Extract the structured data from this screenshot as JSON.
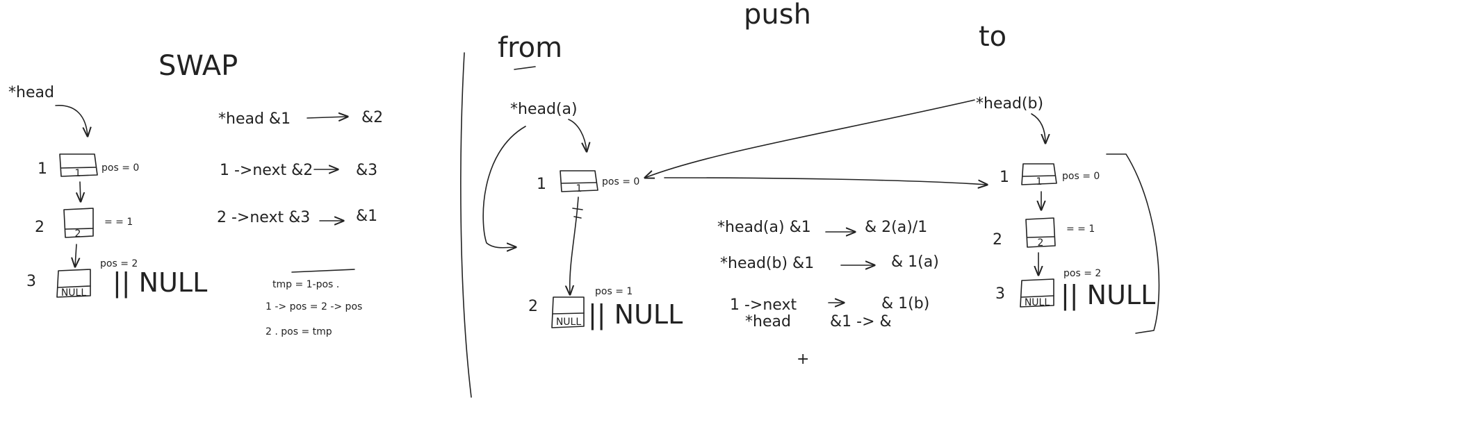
{
  "titles": {
    "swap": "SWAP",
    "push": "push",
    "from": "from",
    "to": "to"
  },
  "swap": {
    "head": "*head",
    "nodes": [
      {
        "num": "1",
        "inner": "1",
        "pos": "pos = 0"
      },
      {
        "num": "2",
        "inner": "2",
        "pos": "= = 1"
      },
      {
        "num": "3",
        "inner": "NULL",
        "pos": "pos = 2"
      }
    ],
    "null_text": "|| NULL",
    "steps": [
      {
        "lhs": "*head &1",
        "rhs": "&2"
      },
      {
        "lhs": "1 ->next &2",
        "rhs": "&3"
      },
      {
        "lhs": "2 ->next &3",
        "rhs": "&1"
      }
    ],
    "tmp": [
      "tmp = 1-pos .",
      "1 -> pos = 2 -> pos",
      "2 . pos = tmp"
    ]
  },
  "push_from": {
    "head": "*head(a)",
    "nodes": [
      {
        "num": "1",
        "inner": "1",
        "pos": "pos = 0"
      },
      {
        "num": "2",
        "inner": "NULL",
        "pos": "pos = 1"
      }
    ],
    "null_text": "|| NULL"
  },
  "push_mid": {
    "lines": [
      {
        "lhs": "*head(a) &1",
        "rhs": "& 2(a)/1"
      },
      {
        "lhs": "*head(b) &1",
        "rhs": "& 1(a)"
      },
      {
        "lhs": "1 ->next",
        "rhs": "& 1(b)"
      },
      {
        "lhs": "*head",
        "rhs": "&1 -> &"
      }
    ],
    "cross": "+"
  },
  "push_to": {
    "head": "*head(b)",
    "nodes": [
      {
        "num": "1",
        "inner": "1",
        "pos": "pos = 0"
      },
      {
        "num": "2",
        "inner": "2",
        "pos": "= = 1"
      },
      {
        "num": "3",
        "inner": "NULL",
        "pos": "pos = 2"
      }
    ],
    "null_text": "|| NULL"
  }
}
